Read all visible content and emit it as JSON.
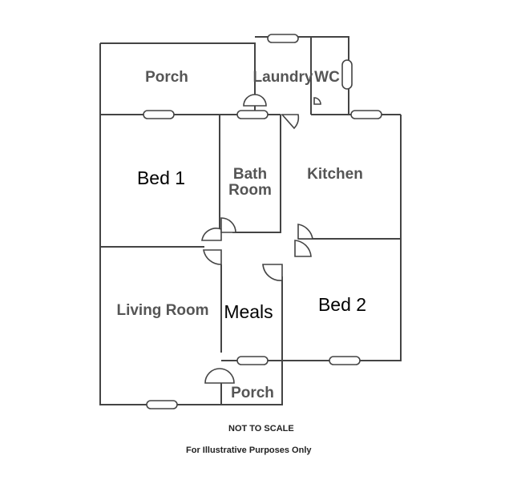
{
  "rooms": {
    "porch_top": "Porch",
    "laundry": "Laundry",
    "wc": "WC",
    "bed1": "Bed 1",
    "bath_line1": "Bath",
    "bath_line2": "Room",
    "kitchen": "Kitchen",
    "living": "Living Room",
    "meals": "Meals",
    "bed2": "Bed 2",
    "porch_bottom": "Porch"
  },
  "notes": {
    "scale": "NOT TO SCALE",
    "purpose": "For Illustrative Purposes Only"
  }
}
